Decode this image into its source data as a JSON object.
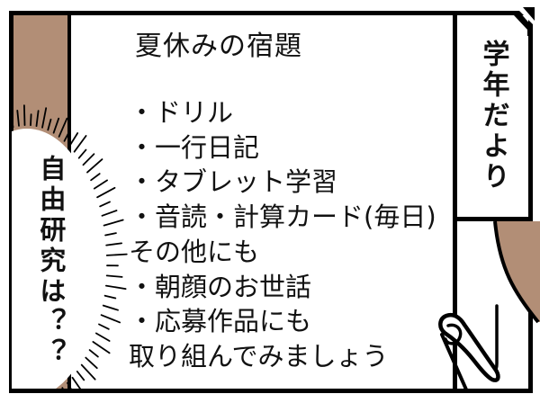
{
  "panel": {
    "homework": {
      "title": "夏休みの宿題",
      "items": [
        "・ドリル",
        "・一行日記",
        "・タブレット学習",
        "・音読・計算カード(毎日)",
        "その他にも",
        "・朝顔のお世話",
        "・応募作品にも",
        "取り組んでみましょう"
      ]
    },
    "newsletter_label": "学年だより",
    "speech_bubble": {
      "text": "自由研究は？？"
    },
    "colors": {
      "tan": "#b28e76",
      "ink": "#000000",
      "paper": "#ffffff"
    }
  }
}
